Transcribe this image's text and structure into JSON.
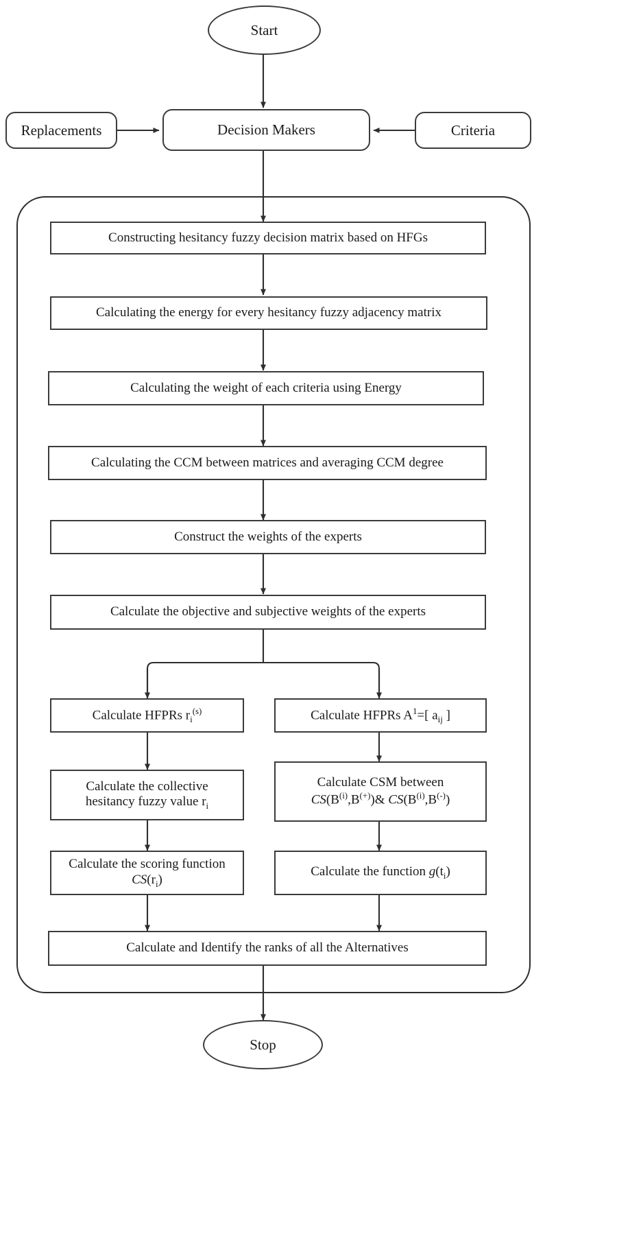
{
  "diagram": {
    "title": "Hesitancy fuzzy MCDM methodology flowchart",
    "colors": {
      "stroke": "#3b3b3b",
      "container_stroke": "#2e2e2e",
      "background": "#ffffff",
      "text": "#1a1a1a"
    },
    "nodes": {
      "start": {
        "label": "Start",
        "shape": "oval"
      },
      "decision_makers": {
        "label": "Decision Makers",
        "shape": "rounded-rect"
      },
      "replacements": {
        "label": "Replacements",
        "shape": "rounded-rect"
      },
      "criteria": {
        "label": "Criteria",
        "shape": "rounded-rect"
      },
      "step1": {
        "label": "Constructing hesitancy fuzzy decision matrix based on HFGs",
        "shape": "rect"
      },
      "step2": {
        "label": "Calculating the energy for every hesitancy fuzzy adjacency matrix",
        "shape": "rect"
      },
      "step3": {
        "label": "Calculating the weight of each criteria using Energy",
        "shape": "rect"
      },
      "step4": {
        "label": "Calculating the CCM between matrices and  averaging CCM degree",
        "shape": "rect"
      },
      "step5": {
        "label": "Construct the weights of the experts",
        "shape": "rect"
      },
      "step6": {
        "label": "Calculate the objective and subjective weights of the experts",
        "shape": "rect"
      },
      "left1": {
        "label_prefix": "Calculate HFPRs  r",
        "label_sub": "i",
        "label_sup": "(s)",
        "shape": "rect"
      },
      "right1": {
        "label_prefix": "Calculate HFPRs  A",
        "label_sup": "1",
        "label_suffix": "=[ a",
        "label_sub": "ij",
        "label_end": " ]",
        "shape": "rect"
      },
      "left2": {
        "line1": "Calculate the collective",
        "line2_prefix": "hesitancy fuzzy value r",
        "line2_sub": "i",
        "shape": "rect"
      },
      "right2": {
        "line1": "Calculate CSM between",
        "line2": "CS(B(i),B(+))& CS(B(i),B(-))",
        "shape": "rect"
      },
      "left3": {
        "line1": "Calculate the scoring function",
        "line2_prefix": "CS(r",
        "line2_sub": "i",
        "line2_end": ")",
        "shape": "rect"
      },
      "right3": {
        "line_prefix": "Calculate the function ",
        "line_fn": "g",
        "line_mid": "(t",
        "line_sub": "i",
        "line_end": ")",
        "shape": "rect"
      },
      "final": {
        "label": "Calculate and Identify the ranks of all the Alternatives",
        "shape": "rect"
      },
      "stop": {
        "label": "Stop",
        "shape": "oval"
      }
    },
    "edges": [
      {
        "from": "start",
        "to": "decision_makers",
        "type": "arrow-down"
      },
      {
        "from": "replacements",
        "to": "decision_makers",
        "type": "arrow-right"
      },
      {
        "from": "criteria",
        "to": "decision_makers",
        "type": "arrow-left"
      },
      {
        "from": "decision_makers",
        "to": "step1",
        "type": "arrow-down"
      },
      {
        "from": "step1",
        "to": "step2",
        "type": "arrow-down"
      },
      {
        "from": "step2",
        "to": "step3",
        "type": "arrow-down"
      },
      {
        "from": "step3",
        "to": "step4",
        "type": "arrow-down"
      },
      {
        "from": "step4",
        "to": "step5",
        "type": "arrow-down"
      },
      {
        "from": "step5",
        "to": "step6",
        "type": "arrow-down"
      },
      {
        "from": "step6",
        "to": "left1",
        "type": "branch-left"
      },
      {
        "from": "step6",
        "to": "right1",
        "type": "branch-right"
      },
      {
        "from": "left1",
        "to": "left2",
        "type": "arrow-down"
      },
      {
        "from": "right1",
        "to": "right2",
        "type": "arrow-down"
      },
      {
        "from": "left2",
        "to": "left3",
        "type": "arrow-down"
      },
      {
        "from": "right2",
        "to": "right3",
        "type": "arrow-down"
      },
      {
        "from": "left3",
        "to": "final",
        "type": "arrow-down"
      },
      {
        "from": "right3",
        "to": "final",
        "type": "arrow-down"
      },
      {
        "from": "final",
        "to": "stop",
        "type": "arrow-down"
      }
    ]
  }
}
